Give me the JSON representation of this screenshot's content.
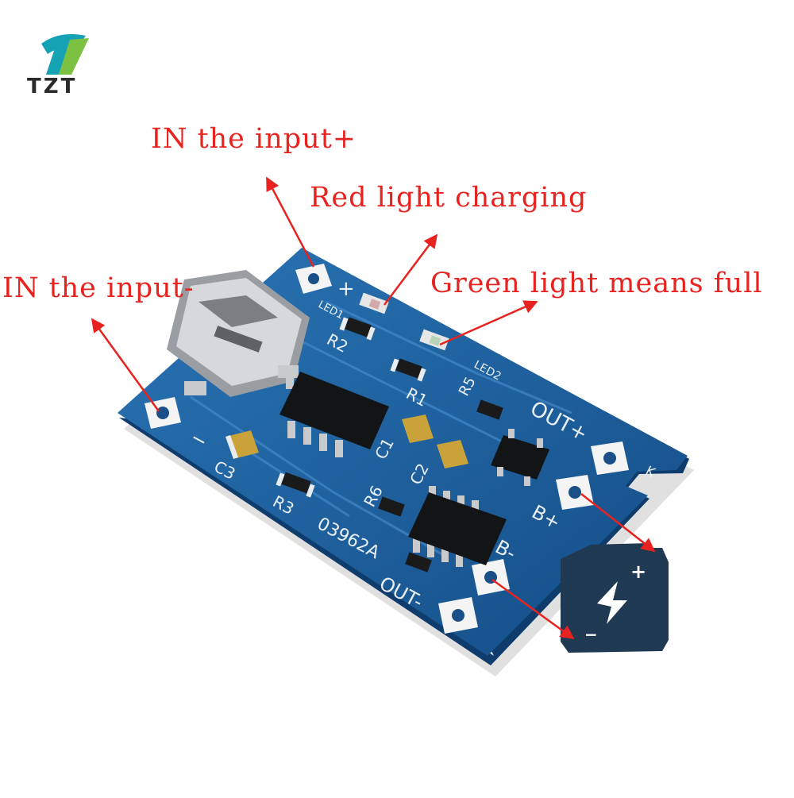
{
  "logo": {
    "text": "TZT"
  },
  "labels": {
    "in_plus": "IN the input+",
    "red_light": "Red light charging",
    "in_minus": "IN the input-",
    "green_light": "Green light means full"
  },
  "board": {
    "markings": {
      "led1": "LED1",
      "led2": "LED2",
      "r2": "R2",
      "r1": "R1",
      "r5": "R5",
      "r3": "R3",
      "r6": "R6",
      "c1": "C1",
      "c2": "C2",
      "c3": "C3",
      "part_no": "03962A",
      "out_plus": "OUT+",
      "out_minus": "OUT-",
      "b_plus": "B+",
      "b_minus": "B-",
      "plus": "+",
      "minus": "−",
      "k": "K"
    }
  },
  "battery": {
    "plus": "+",
    "minus": "−"
  },
  "colors": {
    "label_red": "#e8231f",
    "arrow_red": "#e8231f",
    "pcb_blue": "#1d5f9c",
    "pcb_edge": "#0e3c6d",
    "logo_teal": "#16a2b5",
    "logo_green": "#7dc142",
    "battery_navy": "#1f3a52"
  }
}
